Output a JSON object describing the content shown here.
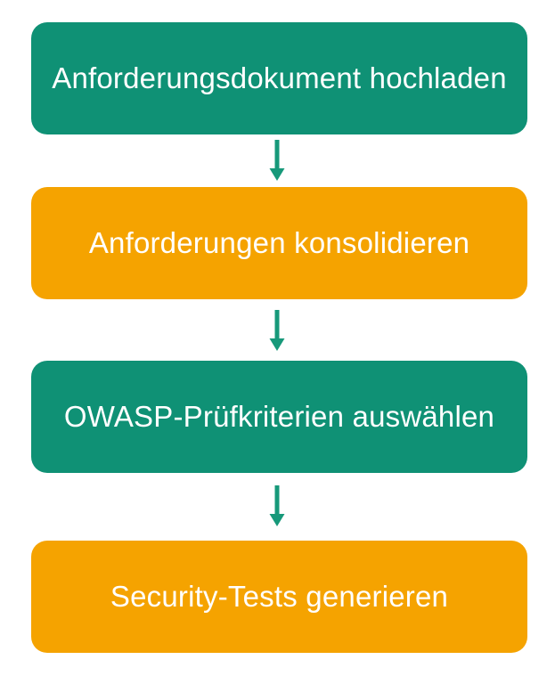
{
  "flowchart": {
    "title": "",
    "connector_style": "down-arrow",
    "steps": [
      {
        "label": "Anforderungsdokument hochladen",
        "color": "green"
      },
      {
        "label": "Anforderungen konsolidieren",
        "color": "orange"
      },
      {
        "label": "OWASP-Prüfkriterien auswählen",
        "color": "green"
      },
      {
        "label": "Security-Tests generieren",
        "color": "orange"
      }
    ],
    "colors": {
      "green": "#0F9175",
      "orange": "#F5A300",
      "arrow": "#17997A",
      "text": "#FFFFFF"
    }
  }
}
